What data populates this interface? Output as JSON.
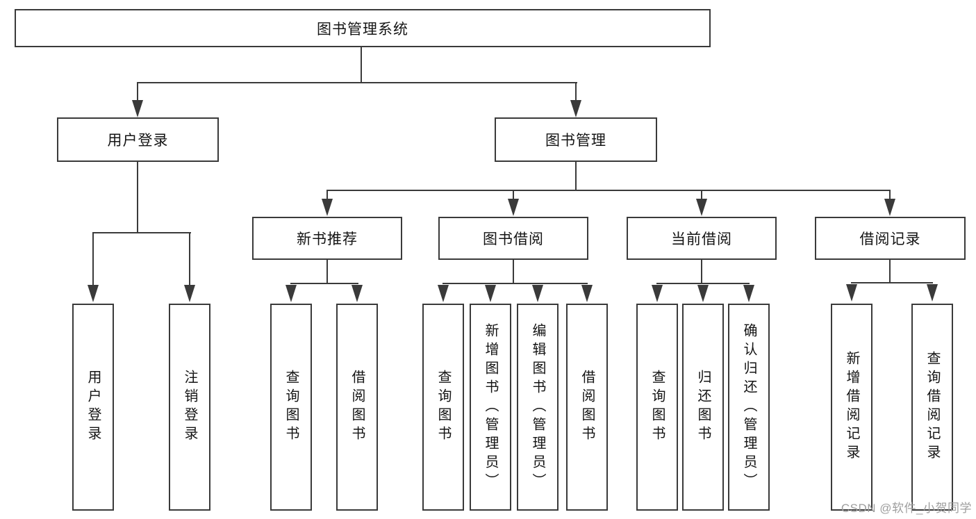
{
  "diagram": {
    "title": "图书管理系统",
    "root": {
      "label": "图书管理系统"
    },
    "level2": [
      {
        "label": "用户登录"
      },
      {
        "label": "图书管理"
      }
    ],
    "level3": [
      {
        "label": "新书推荐"
      },
      {
        "label": "图书借阅"
      },
      {
        "label": "当前借阅"
      },
      {
        "label": "借阅记录"
      }
    ],
    "leaves": [
      {
        "label": "用户登录"
      },
      {
        "label": "注销登录"
      },
      {
        "label": "查询图书"
      },
      {
        "label": "借阅图书"
      },
      {
        "label": "查询图书"
      },
      {
        "label": "新增图书（管理员）"
      },
      {
        "label": "编辑图书（管理员）"
      },
      {
        "label": "借阅图书"
      },
      {
        "label": "查询图书"
      },
      {
        "label": "归还图书"
      },
      {
        "label": "确认归还（管理员）"
      },
      {
        "label": "新增借阅记录"
      },
      {
        "label": "查询借阅记录"
      }
    ]
  },
  "watermark": {
    "text": "CSDN @软件_小贺同学",
    "color": "#9e9e9e"
  },
  "colors": {
    "line": "#3a3a3a",
    "text": "#141414",
    "background": "#ffffff"
  }
}
